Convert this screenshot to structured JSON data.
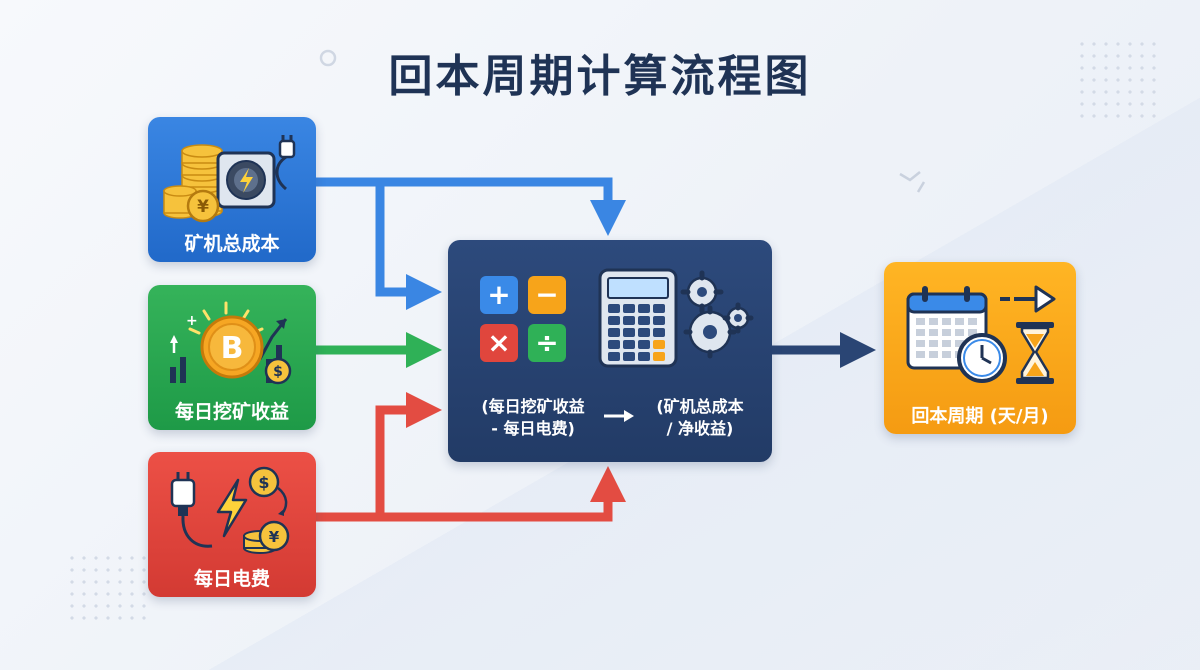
{
  "title": "回本周期计算流程图",
  "nodes": {
    "miner_cost": {
      "label": "矿机总成本",
      "color": "#2a75d6"
    },
    "daily_income": {
      "label": "每日挖矿收益",
      "color": "#27a650"
    },
    "daily_power": {
      "label": "每日电费",
      "color": "#e0463d"
    },
    "calculator": {
      "formula_left_line1": "(每日挖矿收益",
      "formula_left_line2": "- 每日电费)",
      "formula_right_line1": "(矿机总成本",
      "formula_right_line2": "/ 净收益)",
      "operators": {
        "plus": "+",
        "minus": "−",
        "times": "×",
        "divide": "÷"
      },
      "color": "#26416f"
    },
    "payback_period": {
      "label": "回本周期 (天/月)",
      "color": "#f7a41a"
    }
  },
  "icons": {
    "miner_cost": [
      "coin-stack-icon",
      "mining-rig-icon",
      "power-plug-icon",
      "yen-coin-icon"
    ],
    "daily_income": [
      "bitcoin-coin-icon",
      "growth-chart-icon",
      "dollar-coin-icon"
    ],
    "daily_power": [
      "power-plug-icon",
      "lightning-bolt-icon",
      "dollar-coin-icon",
      "yen-coin-icon"
    ],
    "calculator": [
      "math-operators-icon",
      "calculator-icon",
      "gears-icon"
    ],
    "payback_period": [
      "calendar-icon",
      "clock-icon",
      "hourglass-icon",
      "arrow-right-icon"
    ]
  },
  "symbols": {
    "yen": "¥",
    "dollar": "$",
    "bitcoin": "B"
  }
}
